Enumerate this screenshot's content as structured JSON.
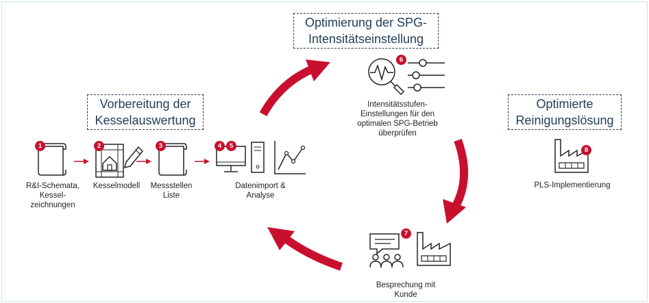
{
  "phases": {
    "prep": "Vorbereitung der\nKesselauswertung",
    "optimize": "Optimierung der SPG-\nIntensitätseinstellung",
    "solution": "Optimierte\nReinigungslösung"
  },
  "steps": [
    {
      "badge": "1",
      "caption": "R&I-Schemata,\nKessel-\nzeichnungen"
    },
    {
      "badge": "2",
      "caption": "Kesselmodell"
    },
    {
      "badge": "3",
      "caption": "Messstellen\nListe"
    },
    {
      "badge": "4",
      "caption": ""
    },
    {
      "badge": "5",
      "caption": "Datenimport &\nAnalyse"
    },
    {
      "badge": "6",
      "caption": "Intensitätsstufen-\nEinstellungen für den\noptimalen SPG-Betrieb\nüberprüfen"
    },
    {
      "badge": "7",
      "caption": "Besprechung mit\nKunde"
    },
    {
      "badge": "8",
      "caption": "PLS-Implementierung"
    }
  ],
  "colors": {
    "accent": "#c8102e",
    "navy": "#1f3c58",
    "icon_stroke": "#222222",
    "frame": "#cfe3ee"
  },
  "icons": [
    "document-icon",
    "house-blueprint-icon",
    "monitor-icon",
    "pc-tower-icon",
    "line-chart-icon",
    "magnifier-waveform-icon",
    "sliders-icon",
    "meeting-icon",
    "factory-icon"
  ]
}
